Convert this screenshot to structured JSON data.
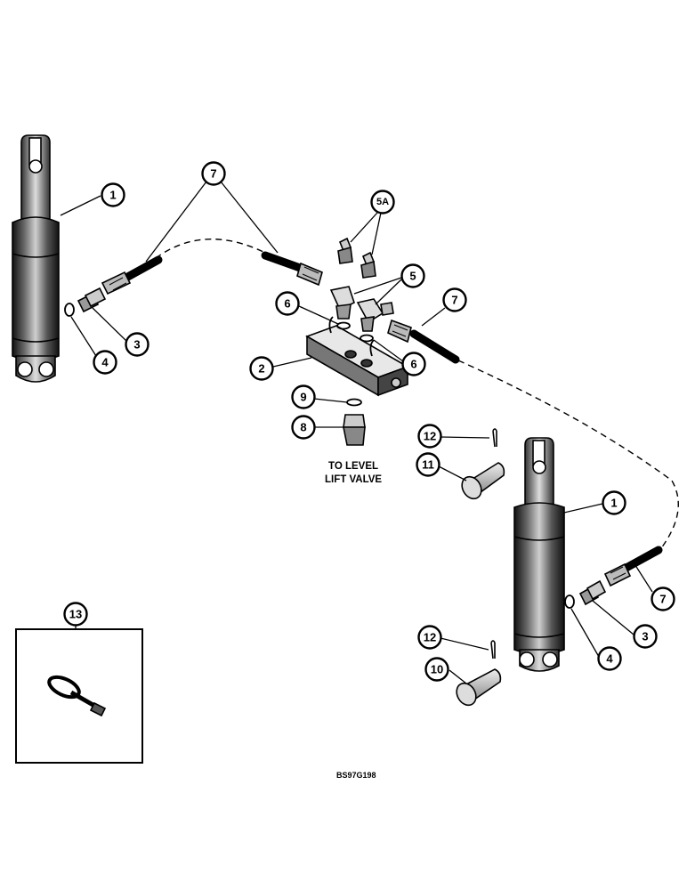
{
  "callouts": [
    {
      "id": "c1a",
      "label": "1"
    },
    {
      "id": "c1b",
      "label": "1"
    },
    {
      "id": "c2",
      "label": "2"
    },
    {
      "id": "c3a",
      "label": "3"
    },
    {
      "id": "c3b",
      "label": "3"
    },
    {
      "id": "c4a",
      "label": "4"
    },
    {
      "id": "c4b",
      "label": "4"
    },
    {
      "id": "c5",
      "label": "5"
    },
    {
      "id": "c5a",
      "label": "5A"
    },
    {
      "id": "c6a",
      "label": "6"
    },
    {
      "id": "c6b",
      "label": "6"
    },
    {
      "id": "c7a",
      "label": "7"
    },
    {
      "id": "c7b",
      "label": "7"
    },
    {
      "id": "c7c",
      "label": "7"
    },
    {
      "id": "c8",
      "label": "8"
    },
    {
      "id": "c9",
      "label": "9"
    },
    {
      "id": "c10",
      "label": "10"
    },
    {
      "id": "c11",
      "label": "11"
    },
    {
      "id": "c12a",
      "label": "12"
    },
    {
      "id": "c12b",
      "label": "12"
    },
    {
      "id": "c13",
      "label": "13"
    }
  ],
  "note": {
    "line1": "TO LEVEL",
    "line2": "LIFT VALVE"
  },
  "reference_code": "BS97G198"
}
